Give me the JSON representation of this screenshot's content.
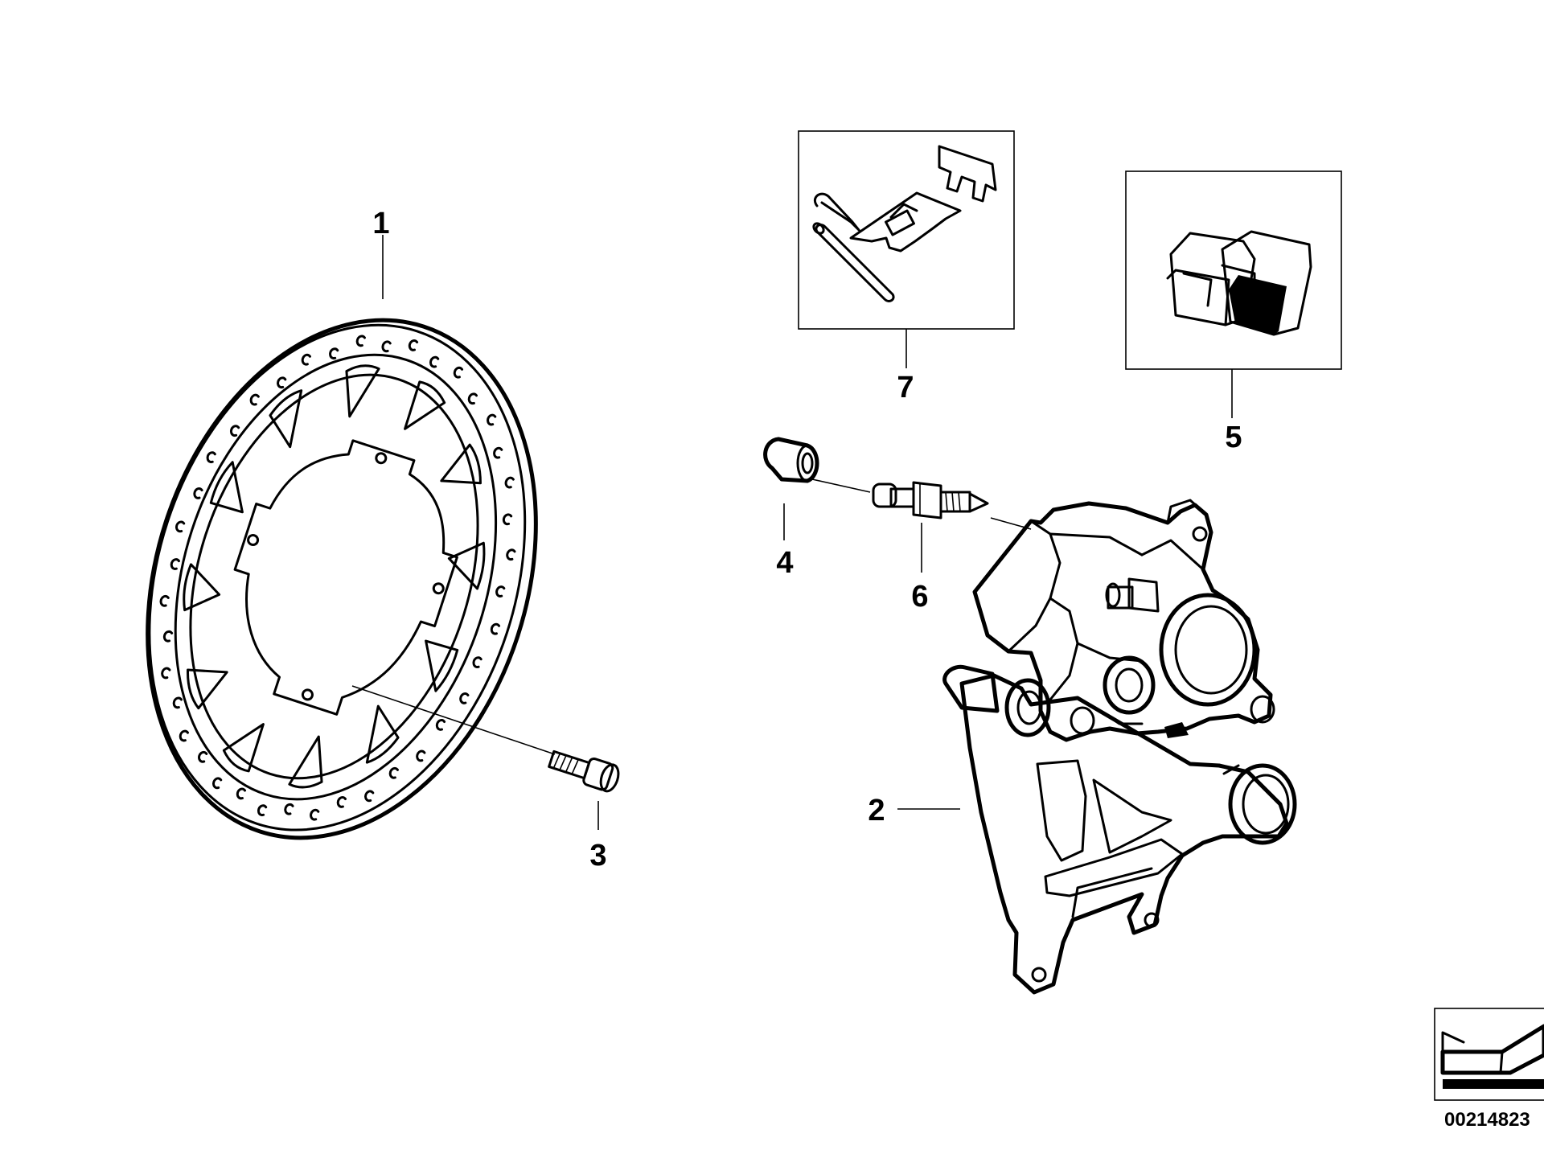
{
  "callouts": {
    "c1": "1",
    "c2": "2",
    "c3": "3",
    "c4": "4",
    "c5": "5",
    "c6": "6",
    "c7": "7"
  },
  "document_number": "00214823",
  "icons": {
    "brake_disc": "brake-disc-icon",
    "brake_caliper": "brake-caliper-icon",
    "disc_bolt": "bolt-icon",
    "bleeder_cap": "cap-icon",
    "bleeder_valve": "bleeder-valve-icon",
    "brake_pads": "brake-pads-icon",
    "pad_fitting_kit": "fitting-kit-icon",
    "direction_arrow": "arrow-icon"
  }
}
